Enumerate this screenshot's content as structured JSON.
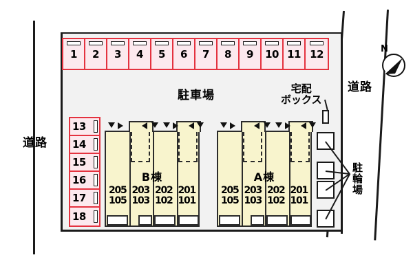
{
  "plan": {
    "parking_lot_label": "駐車場",
    "road_label_left": "道路",
    "road_label_right": "道路",
    "delivery_box_label": "宅配\nボックス",
    "delivery_box_line1": "宅配",
    "delivery_box_line2": "ボックス",
    "bike_parking_line1": "駐",
    "bike_parking_line2": "輪",
    "bike_parking_line3": "場",
    "compass_north": "N",
    "colors": {
      "parking_fill": "#fce9ee",
      "parking_border": "#e4323f",
      "building_fill": "#f8f4cd",
      "building_border": "#2b2b2b",
      "ground_fill": "#f2f2f2",
      "line": "#1a1a1a"
    }
  },
  "parking_top": [
    {
      "number": "1"
    },
    {
      "number": "2"
    },
    {
      "number": "3"
    },
    {
      "number": "4"
    },
    {
      "number": "5"
    },
    {
      "number": "6"
    },
    {
      "number": "7"
    },
    {
      "number": "8"
    },
    {
      "number": "9"
    },
    {
      "number": "10"
    },
    {
      "number": "11"
    },
    {
      "number": "12"
    }
  ],
  "parking_left": [
    {
      "number": "13"
    },
    {
      "number": "14"
    },
    {
      "number": "15"
    },
    {
      "number": "16"
    },
    {
      "number": "17"
    },
    {
      "number": "18"
    }
  ],
  "buildings": [
    {
      "name": "B棟",
      "units": [
        {
          "upper": "205",
          "lower": "105"
        },
        {
          "upper": "203",
          "lower": "103"
        },
        {
          "upper": "202",
          "lower": "102"
        },
        {
          "upper": "201",
          "lower": "101"
        }
      ]
    },
    {
      "name": "A棟",
      "units": [
        {
          "upper": "205",
          "lower": "105"
        },
        {
          "upper": "203",
          "lower": "103"
        },
        {
          "upper": "202",
          "lower": "102"
        },
        {
          "upper": "201",
          "lower": "101"
        }
      ]
    }
  ],
  "bike_parking_spaces": 4
}
